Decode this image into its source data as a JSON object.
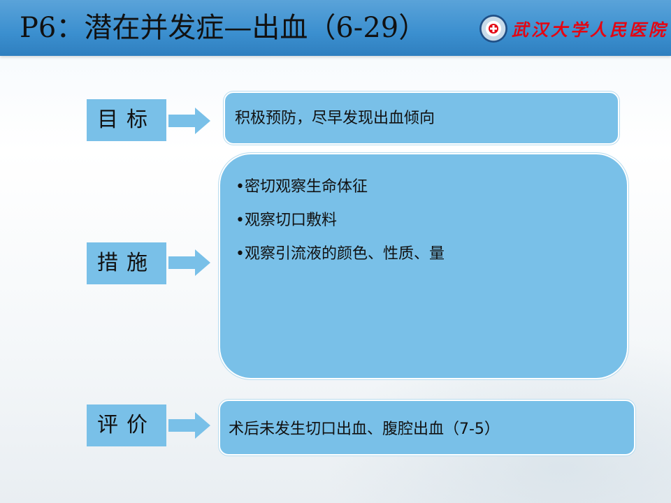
{
  "header": {
    "title": "P6：潜在并发症—出血（6-29）",
    "logo_text": "武汉大学人民医院"
  },
  "rows": {
    "goal": {
      "label": "目标",
      "content": "积极预防，尽早发现出血倾向"
    },
    "measures": {
      "label": "措施",
      "items": [
        "•密切观察生命体征",
        "•观察切口敷料",
        "•观察引流液的颜色、性质、量"
      ]
    },
    "evaluation": {
      "label": "评价",
      "content": "术后未发生切口出血、腹腔出血（7-5）"
    }
  },
  "colors": {
    "header_blue": "#3b8fcf",
    "box_blue": "#79c0e8",
    "logo_red": "#e30613"
  },
  "icons": [
    "seal-logo-icon",
    "right-arrow-icon"
  ]
}
